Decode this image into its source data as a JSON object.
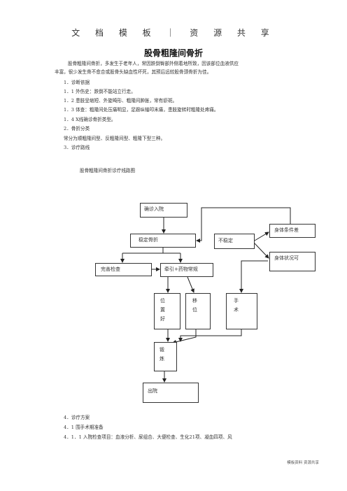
{
  "header": "文 档 模 板 ｜ 资 源 共 享",
  "title": "股骨粗隆间骨折",
  "body": {
    "intro_line1": "股骨粗隆间骨折，多发生于老年人，常因跌倒臀部外侧着地所致，因该部位血液供应",
    "intro_line2": "丰富，很少发生骨不愈合或股骨头缺血性坏死，其预后远较股骨颈骨折为佳。",
    "s1": "1．诊断依据",
    "s1_1": "1．1 外伤史：跌倒不能站立行走。",
    "s1_2": "1．2 患肢呈缩短、外旋畸形、粗隆间肿胀，常有瘀斑。",
    "s1_3": "1．3 体查：粗隆间处压痛明显，足跟纵轴叩末痛，患肢旋转时粗隆处疼痛。",
    "s1_4": "1．4 X线确诊骨折类型。",
    "s2": "2．骨折分类",
    "s2_text": "常分为顺粗隆间型、反粗隆间型、粗隆下型三种。",
    "s3": "3．诊疗路线",
    "flow_caption": "股骨粗隆间骨折诊疗线路图",
    "s4": "4．诊疗方案",
    "s4_1": "4．1 围手术期准备",
    "s4_1_1": "4．1．1 入院检查项目：血液分析、尿组合、大便检查、生化21项、凝血四项、风"
  },
  "flowchart": {
    "admit": "确诊入院",
    "stable": "稳定骨折",
    "unstable": "不稳定",
    "poor": "身体条件差",
    "ok": "身体状况可",
    "exam": "完善检查",
    "traction": "牵引+药物常规",
    "good_pos_1": "位",
    "good_pos_2": "置",
    "good_pos_3": "好",
    "shift_1": "移",
    "shift_2": "位",
    "surgery_1": "手",
    "surgery_2": "术",
    "exercise_1": "锻",
    "exercise_2": "炼",
    "discharge": "出院"
  },
  "footer": "模板资料 资源共享"
}
